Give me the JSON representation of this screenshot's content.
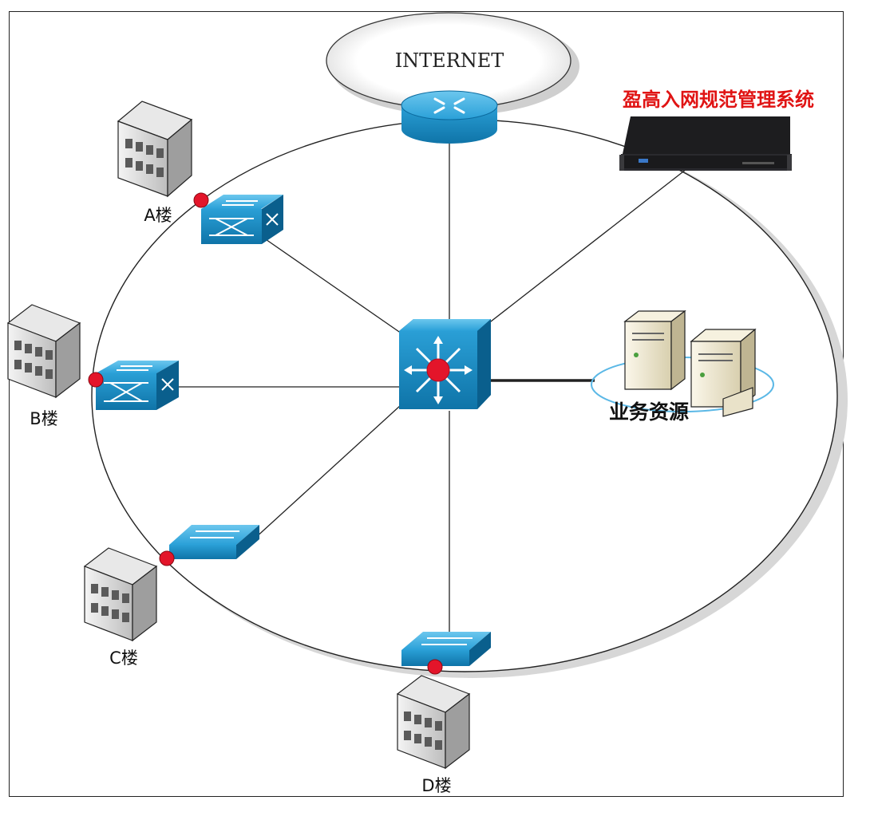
{
  "nodes": {
    "internet": {
      "label": "INTERNET"
    },
    "management_system": {
      "label": "盈高入网规范管理系统",
      "color": "#e01414"
    },
    "business_resource": {
      "label": "业务资源"
    },
    "core_switch": {
      "icon": "layer3-switch-icon"
    },
    "router": {
      "icon": "router-icon"
    }
  },
  "buildings": [
    {
      "label": "A楼"
    },
    {
      "label": "B楼"
    },
    {
      "label": "C楼"
    },
    {
      "label": "D楼"
    }
  ],
  "colors": {
    "device_blue": "#1f95d0",
    "device_dark": "#0b6a9e",
    "port_red": "#e3152a",
    "building_gray": "#cfcfcf",
    "server_beige": "#efe8d2"
  }
}
